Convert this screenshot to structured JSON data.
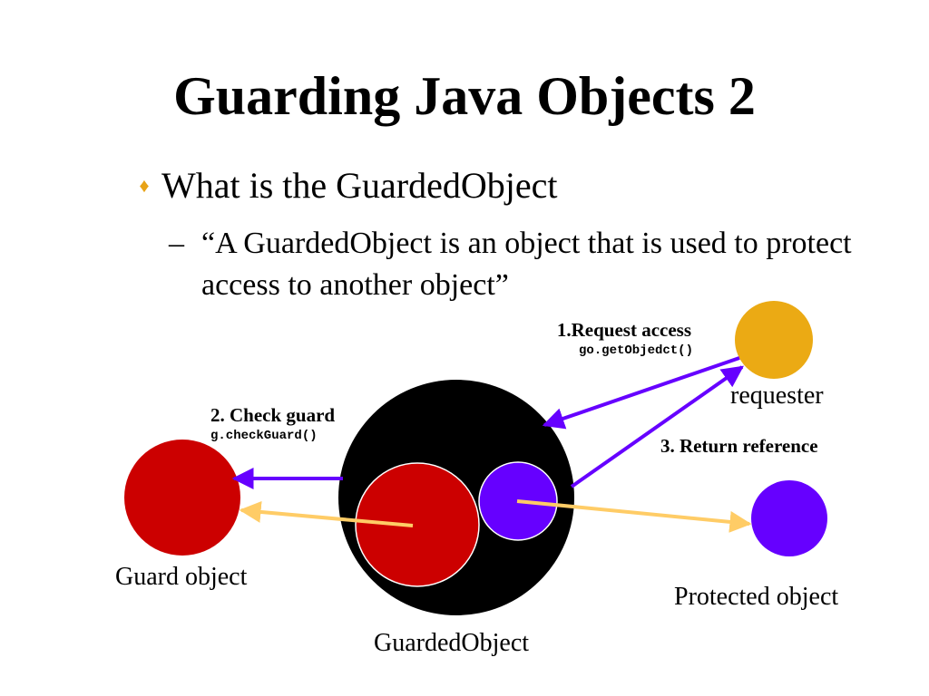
{
  "slide": {
    "title": "Guarding Java Objects 2",
    "bullet": {
      "marker": "♦",
      "text": "What is the GuardedObject"
    },
    "sub_bullet": {
      "dash": "–",
      "text": "“A GuardedObject is an object that is used to protect access to another object”"
    }
  },
  "diagram": {
    "nodes": {
      "requester": "requester",
      "guard_object": "Guard object",
      "protected_object": "Protected object",
      "guarded_object": "GuardedObject"
    },
    "steps": {
      "request_access": "1.Request access",
      "request_access_code": "go.getObjedct()",
      "check_guard": "2. Check guard",
      "check_guard_code": "g.checkGuard()",
      "return_reference": "3. Return reference"
    },
    "colors": {
      "guard_red": "#CC0000",
      "purple": "#6600FF",
      "requester_gold": "#EBAA14",
      "guarded_black": "#000000",
      "reference_arrow": "#FFCC66",
      "bullet_marker": "#E8A317"
    }
  }
}
